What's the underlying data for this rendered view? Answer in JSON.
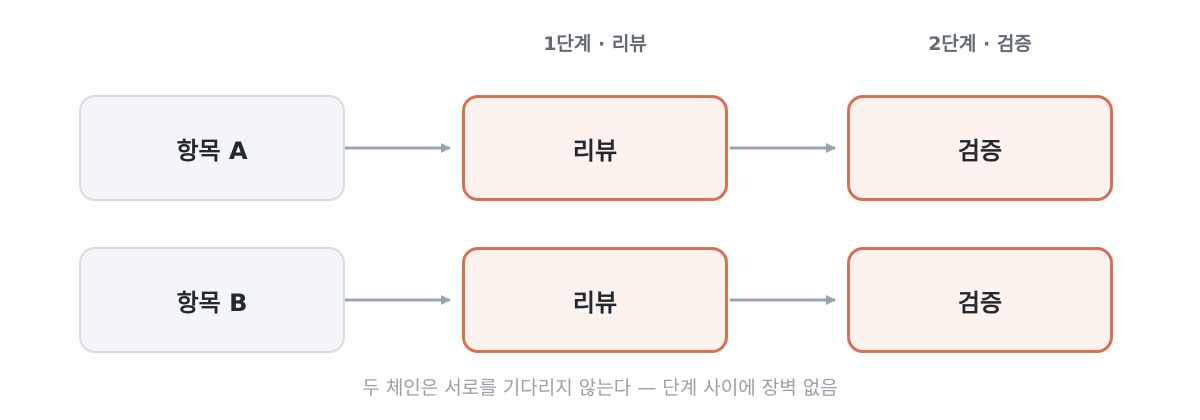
{
  "stages": {
    "stage1_label": "1단계 · 리뷰",
    "stage2_label": "2단계 · 검증"
  },
  "chains": [
    {
      "source": "항목 A",
      "step1": "리뷰",
      "step2": "검증"
    },
    {
      "source": "항목 B",
      "step1": "리뷰",
      "step2": "검증"
    }
  ],
  "footer": {
    "note": "두 체인은 서로를 기다리지 않는다 — 단계 사이에 장벽 없음"
  },
  "colors": {
    "source_fill": "#f4f5f8",
    "source_border": "#d7dbe2",
    "step_fill": "#fcf3ee",
    "step_border": "#d8714f",
    "arrow": "#9aa3ae",
    "label_text": "#646b75",
    "note_text": "#9aa0a8"
  }
}
